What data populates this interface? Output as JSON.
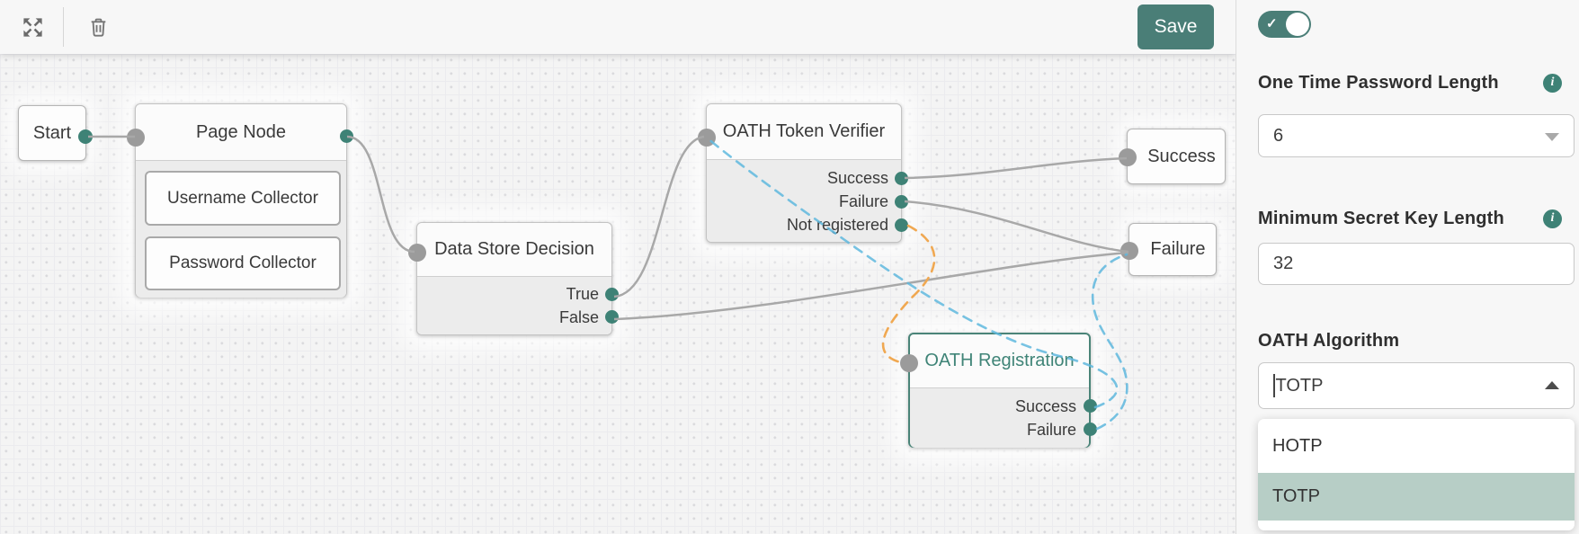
{
  "toolbar": {
    "save_label": "Save"
  },
  "icons": {
    "toggle_check": "✓",
    "info_glyph": "i"
  },
  "colors": {
    "accent_teal": "#4a7e77",
    "port_teal": "#3e8276",
    "port_gray": "#9b9b9b",
    "connection_gray": "#a8a8a8",
    "dashed_blue": "#5fb8de",
    "dashed_orange": "#f0a851",
    "option_highlight": "#b7cec6"
  },
  "panel": {
    "toggle_on": "true",
    "otp_length": {
      "label": "One Time Password Length",
      "value": "6"
    },
    "min_secret_key": {
      "label": "Minimum Secret Key Length",
      "value": "32"
    },
    "oath_algorithm": {
      "label": "OATH Algorithm",
      "value": "TOTP",
      "options": [
        "HOTP",
        "TOTP"
      ],
      "selected_option": "TOTP"
    }
  },
  "canvas": {
    "start": {
      "label": "Start"
    },
    "page_node": {
      "title": "Page Node",
      "children": [
        "Username Collector",
        "Password Collector"
      ]
    },
    "data_store_decision": {
      "title": "Data Store Decision",
      "outcomes": [
        "True",
        "False"
      ]
    },
    "oath_token_verifier": {
      "title": "OATH Token Verifier",
      "outcomes": [
        "Success",
        "Failure",
        "Not registered"
      ]
    },
    "oath_registration": {
      "title": "OATH Registration",
      "outcomes": [
        "Success",
        "Failure"
      ],
      "selected": "true"
    },
    "success_end": {
      "label": "Success"
    },
    "failure_end": {
      "label": "Failure"
    }
  }
}
